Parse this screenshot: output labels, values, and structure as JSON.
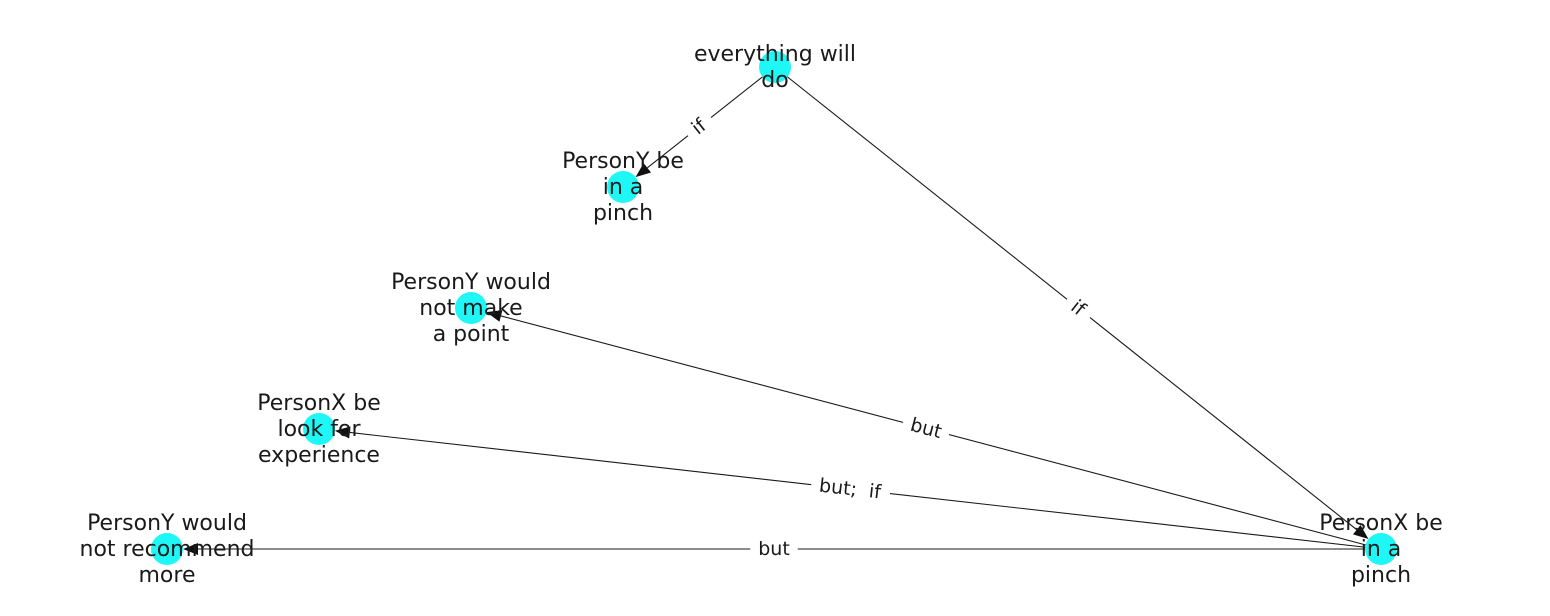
{
  "diagram": {
    "type": "directed-graph",
    "colors": {
      "node": "#1ff7f7",
      "edge": "#1a1a1a",
      "text": "#1a1a1a",
      "background": "#ffffff"
    },
    "nodes": [
      {
        "id": "everything",
        "lines": [
          "everything will",
          "do"
        ]
      },
      {
        "id": "py_pinch",
        "lines": [
          "PersonY be",
          "in a",
          "pinch"
        ]
      },
      {
        "id": "py_point",
        "lines": [
          "PersonY would",
          "not make",
          "a point"
        ]
      },
      {
        "id": "px_look",
        "lines": [
          "PersonX be",
          "look for",
          "experience"
        ]
      },
      {
        "id": "py_recommend",
        "lines": [
          "PersonY would",
          "not recommend",
          "more"
        ]
      },
      {
        "id": "px_pinch",
        "lines": [
          "PersonX be",
          "in a",
          "pinch"
        ]
      }
    ],
    "edges": [
      {
        "from": "everything",
        "to": "py_pinch",
        "label": "if"
      },
      {
        "from": "everything",
        "to": "px_pinch",
        "label": "if"
      },
      {
        "from": "px_pinch",
        "to": "py_point",
        "label": "but"
      },
      {
        "from": "px_pinch",
        "to": "px_look",
        "label": "but;  if"
      },
      {
        "from": "px_pinch",
        "to": "py_recommend",
        "label": "but"
      }
    ]
  }
}
